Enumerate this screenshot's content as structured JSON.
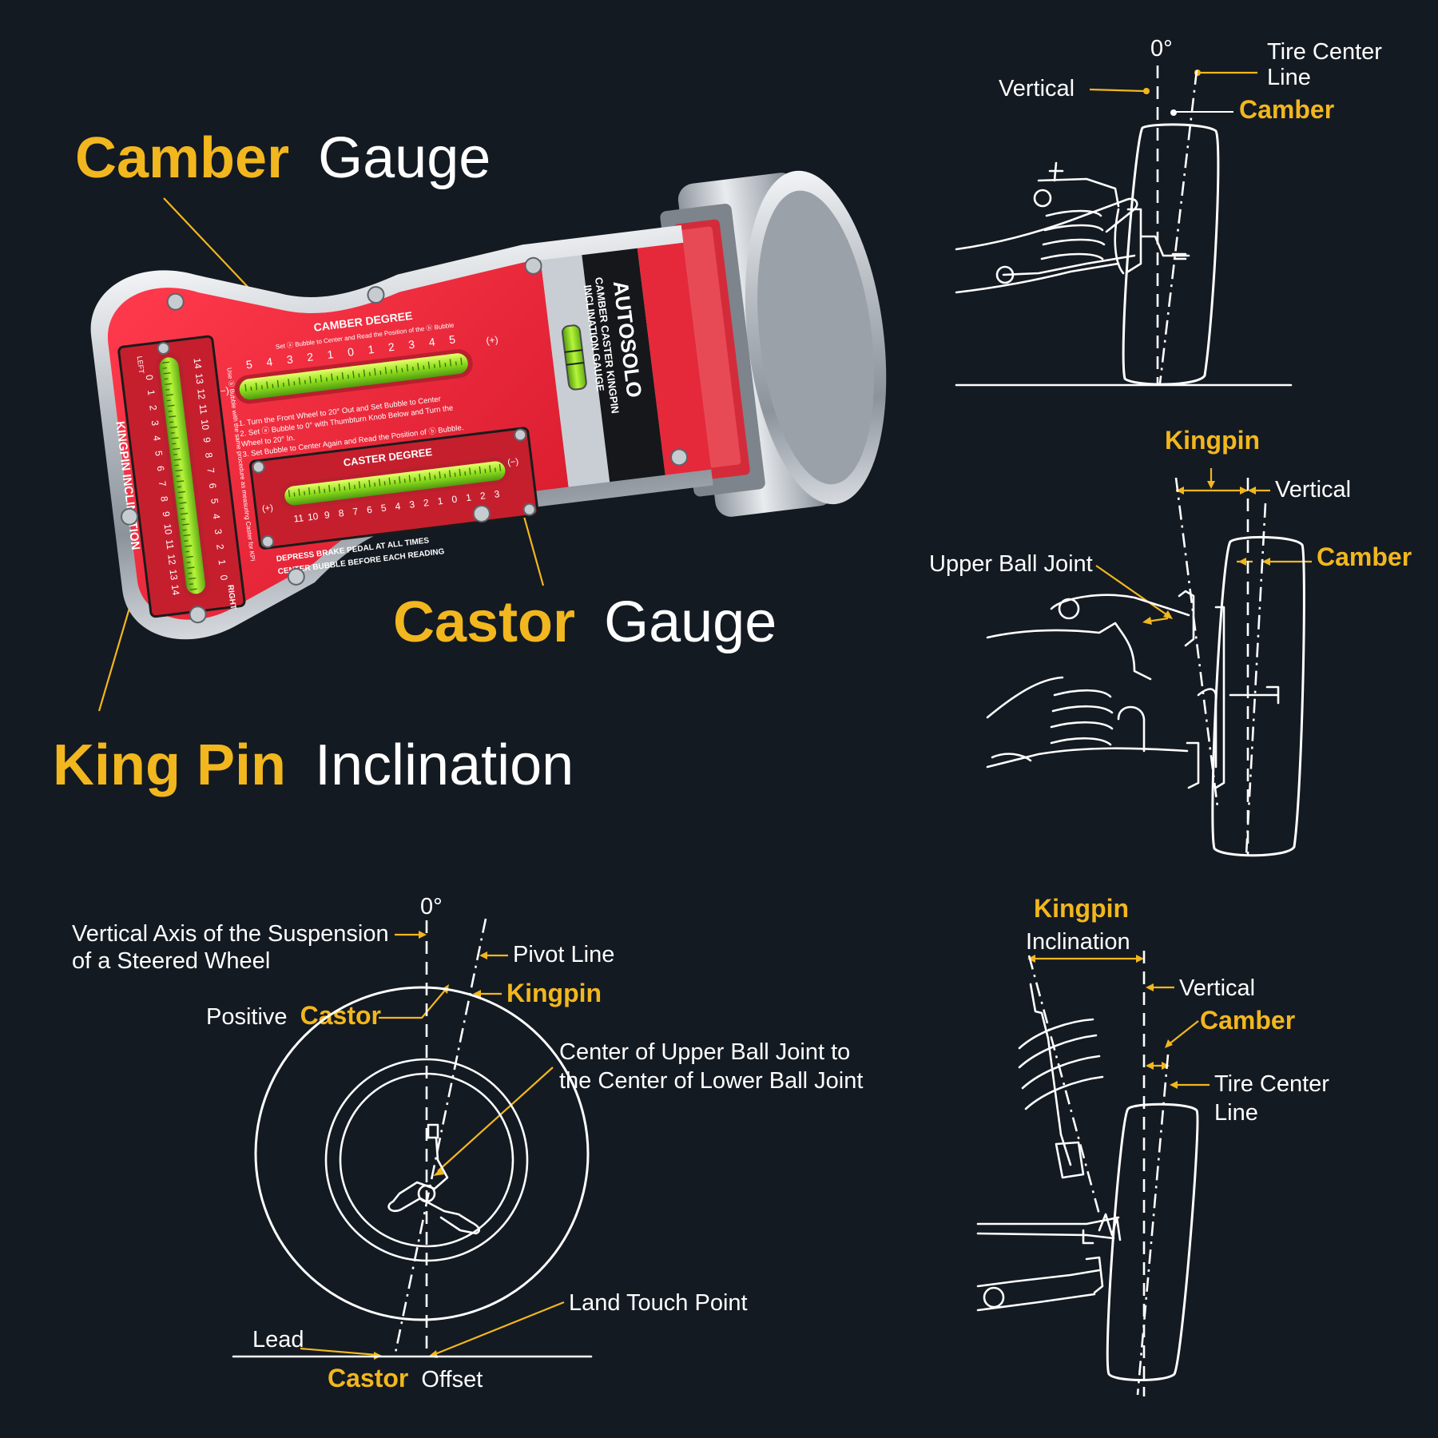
{
  "colors": {
    "background": "#141a22",
    "accent": "#f2b71e",
    "gauge_body": "#e5293b",
    "level_green": "#9fea2c",
    "line": "#ffffff"
  },
  "callouts": {
    "camber_gauge": {
      "highlight": "Camber",
      "rest": "Gauge"
    },
    "castor_gauge": {
      "highlight": "Castor",
      "rest": "Gauge"
    },
    "kingpin_inclination": {
      "highlight": "King Pin",
      "rest": "Inclination"
    }
  },
  "gauge": {
    "brand": "AUTOSOLO",
    "product_line1": "CAMBER CASTER KINGPIN",
    "product_line2": "INCLINATION GAUGE",
    "camber_title": "CAMBER DEGREE",
    "camber_scale": [
      "5",
      "4",
      "3",
      "2",
      "1",
      "0",
      "1",
      "2",
      "3",
      "4",
      "5"
    ],
    "camber_minus": "(−)",
    "camber_plus": "(+)",
    "caster_title": "CASTER DEGREE",
    "caster_scale": [
      "11",
      "10",
      "9",
      "8",
      "7",
      "6",
      "5",
      "4",
      "3",
      "2",
      "1",
      "0",
      "1",
      "2",
      "3"
    ],
    "caster_plus": "(+)",
    "caster_minus": "(−)",
    "kingpin_title": "KINGPIN INCLINATION",
    "kingpin_left": "LEFT",
    "kingpin_right": "RIGHT",
    "kingpin_left_scale": [
      "0",
      "1",
      "2",
      "3",
      "4",
      "5",
      "6",
      "7",
      "8",
      "9",
      "10",
      "11",
      "12",
      "13",
      "14"
    ],
    "kingpin_right_scale": [
      "14",
      "13",
      "12",
      "11",
      "10",
      "9",
      "8",
      "7",
      "6",
      "5",
      "4",
      "3",
      "2",
      "1",
      "0"
    ],
    "set_bubble_text": "Set ⓐ Bubble to Center and Read the Position of the ⓑ Bubble",
    "instructions": [
      "1. Turn the Front Wheel to 20° Out and Set    Bubble to Center",
      "2. Set ⓐ Bubble to 0° with Thumbturn Knob Below and Turn the",
      "   Wheel to 20° In.",
      "3. Set    Bubble to Center Again and Read the Position of ⓑ Bubble."
    ],
    "kpi_side_text": "Use ⓑ Bubble with the same procedure as measuring Caster for KPI",
    "depress_line": "DEPRESS BRAKE PEDAL AT ALL TIMES",
    "center_line": "CENTER    BUBBLE BEFORE EACH READING"
  },
  "diagram_camber": {
    "zero_deg": "0°",
    "vertical": "Vertical",
    "tire_center_line_1": "Tire Center",
    "tire_center_line_2": "Line",
    "camber": "Camber"
  },
  "diagram_kingpin": {
    "kingpin": "Kingpin",
    "vertical": "Vertical",
    "upper_ball_joint": "Upper Ball Joint",
    "camber": "Camber"
  },
  "diagram_castor": {
    "zero_deg": "0°",
    "vertical_axis_1": "Vertical Axis of the Suspension",
    "vertical_axis_2": "of a Steered Wheel",
    "pivot_line": "Pivot Line",
    "kingpin": "Kingpin",
    "positive": "Positive",
    "castor": "Castor",
    "center_ball_joint_1": "Center of Upper Ball Joint to",
    "center_ball_joint_2": "the Center of Lower Ball Joint",
    "land_touch_point": "Land Touch Point",
    "lead": "Lead",
    "castor_offset_highlight": "Castor",
    "castor_offset_rest": "Offset"
  },
  "diagram_kpi": {
    "kingpin": "Kingpin",
    "inclination": "Inclination",
    "vertical": "Vertical",
    "camber": "Camber",
    "tire_center_line_1": "Tire Center",
    "tire_center_line_2": "Line"
  }
}
